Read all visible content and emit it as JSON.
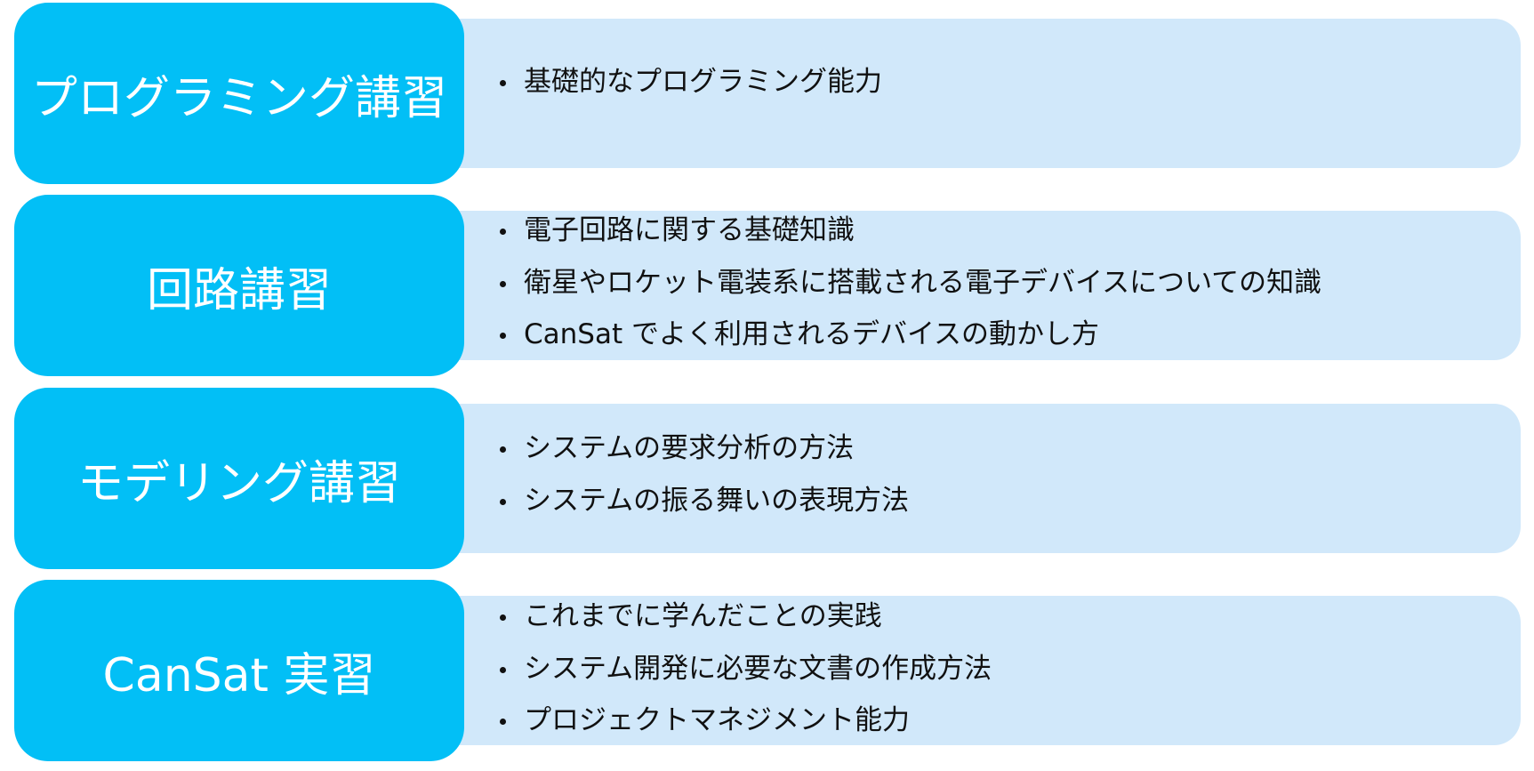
{
  "courses": [
    {
      "title": "プログラミング講習",
      "items": [
        "基礎的なプログラミング能力"
      ]
    },
    {
      "title": "回路講習",
      "items": [
        "電子回路に関する基礎知識",
        "衛星やロケット電装系に搭載される電子デバイスについての知識",
        "CanSat でよく利用されるデバイスの動かし方"
      ]
    },
    {
      "title": "モデリング講習",
      "items": [
        "システムの要求分析の方法",
        "システムの振る舞いの表現方法"
      ]
    },
    {
      "title": "CanSat 実習",
      "items": [
        "これまでに学んだことの実践",
        "システム開発に必要な文書の作成方法",
        "プロジェクトマネジメント能力"
      ]
    }
  ],
  "colors": {
    "label_background": "#02bff6",
    "detail_background": "#d1e8fa",
    "label_text": "#ffffff",
    "item_text": "#111111"
  }
}
